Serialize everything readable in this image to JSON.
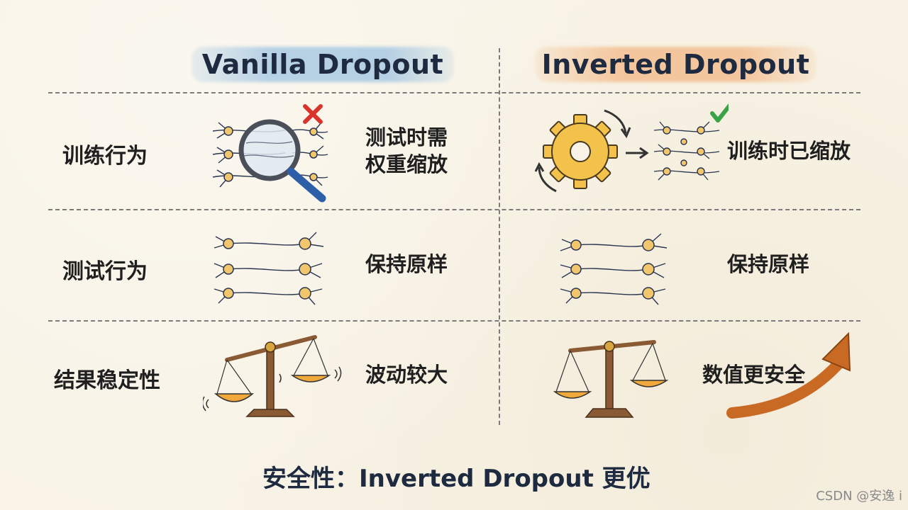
{
  "headers": {
    "left": "Vanilla Dropout",
    "right": "Inverted Dropout"
  },
  "rows": [
    {
      "label": "训练行为",
      "left_lines": [
        "测试时需",
        "权重缩放"
      ],
      "right": "训练时已缩放"
    },
    {
      "label": "测试行为",
      "left_lines": [
        "保持原样"
      ],
      "right": "保持原样"
    },
    {
      "label": "结果稳定性",
      "left_lines": [
        "波动较大"
      ],
      "right": "数值更安全"
    }
  ],
  "footer": "安全性：Inverted Dropout 更优",
  "watermark": "CSDN @安逸 i",
  "icons": {
    "left_train": "magnifier-over-network-icon",
    "left_train_badge": "red-x-icon",
    "right_train": "gear-to-network-icon",
    "right_train_badge": "green-check-icon",
    "test": "neural-network-icon",
    "left_result": "unbalanced-scale-icon",
    "right_result": "balanced-scale-icon",
    "right_result_arrow": "upward-arrow-icon"
  },
  "colors": {
    "left_accent": "#7eb2de",
    "right_accent": "#f2aa6e",
    "neuron": "#f2c66d",
    "wood": "#8a5a35",
    "pan_liquid": "#f0a93a"
  }
}
